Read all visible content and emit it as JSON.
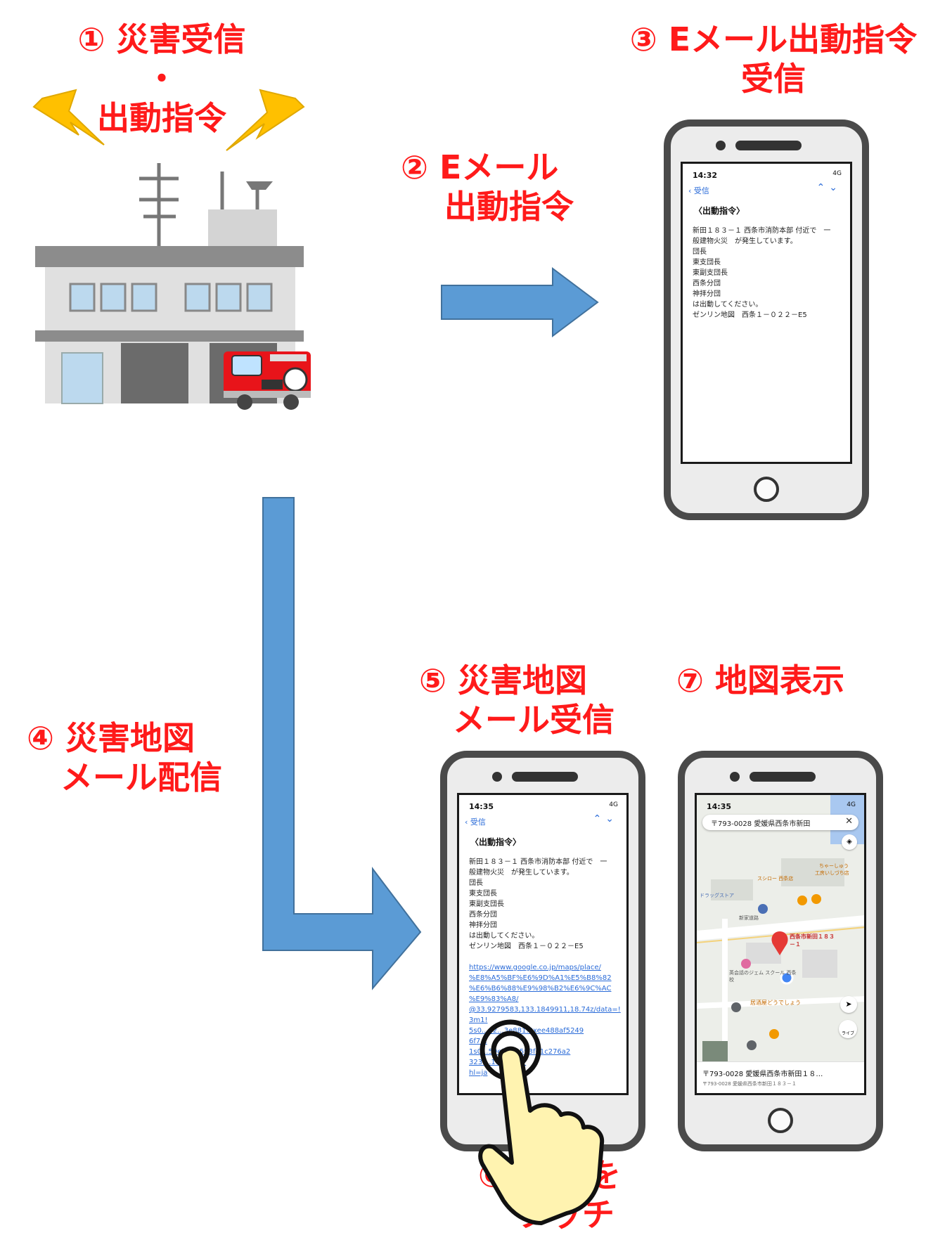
{
  "steps": {
    "s1_line1": "① 災害受信",
    "s1_line2": "・",
    "s1_line3": "出動指令",
    "s2_line1": "② Eメール",
    "s2_line2": "出動指令",
    "s3_line1": "③ Eメール出動指令",
    "s3_line2": "受信",
    "s4_line1": "④ 災害地図",
    "s4_line2": "メール配信",
    "s5_line1": "⑤ 災害地図",
    "s5_line2": "メール受信",
    "s6_line1": "⑥ URLを",
    "s6_line2": "タッチ",
    "s7_line1": "⑦ 地図表示"
  },
  "phone_mail_1": {
    "time": "14:32",
    "signal": "4G",
    "back_label": "受信",
    "title": "〈出動指令〉",
    "body_lines": [
      "新田１８３－１ 西条市消防本部 付近で　一",
      "般建物火災　が発生しています。",
      "団長",
      "東支団長",
      "東副支団長",
      "西条分団",
      "神拝分団",
      "は出動してください。",
      "ゼンリン地図　西条１－０２２－E5"
    ]
  },
  "phone_mail_2": {
    "time": "14:35",
    "signal": "4G",
    "back_label": "受信",
    "title": "〈出動指令〉",
    "body_lines": [
      "新田１８３－１ 西条市消防本部 付近で　一",
      "般建物火災　が発生しています。",
      "団長",
      "東支団長",
      "東副支団長",
      "西条分団",
      "神拝分団",
      "は出動してください。",
      "ゼンリン地図　西条１－０２２－E5"
    ],
    "url_lines": [
      "https://www.google.co.jp/maps/place/",
      "%E8%A5%BF%E6%9D%A1%E5%B8%82",
      "%E6%B6%88%E9%98%B2%E6%9C%AC",
      "%E9%83%A8/",
      "@33.9279583,133.1849911,18.74z/data=!",
      "3m1!",
      "5s0...d2...3e881:0xee488af5249",
      "6f7...",
      "1s0...59ef9:0x593f61c276a2",
      "323f...1846683?",
      "hl=ja"
    ]
  },
  "phone_map": {
    "time": "14:35",
    "signal": "4G",
    "search_text": "〒793-0028 愛媛県西条市新田",
    "pin_label": "西条市新田１８３－１",
    "labels": [
      "スシロー 西条店",
      "ちゃーしゅう",
      "工房いしづち店",
      "ドラッグストア",
      "新家道路",
      "英会話のジェム スクール 西条校",
      "居酒屋どうでしょう",
      "ライブ"
    ],
    "bottom_title": "〒793-0028 愛媛県西条市新田１８…",
    "bottom_sub": "〒793-0028 愛媛県西条市新田１８３－１"
  },
  "colors": {
    "step_text": "#ff1a1a",
    "arrow": "#5b9bd5",
    "lightning": "#ffc000",
    "link": "#2a6bd8"
  }
}
